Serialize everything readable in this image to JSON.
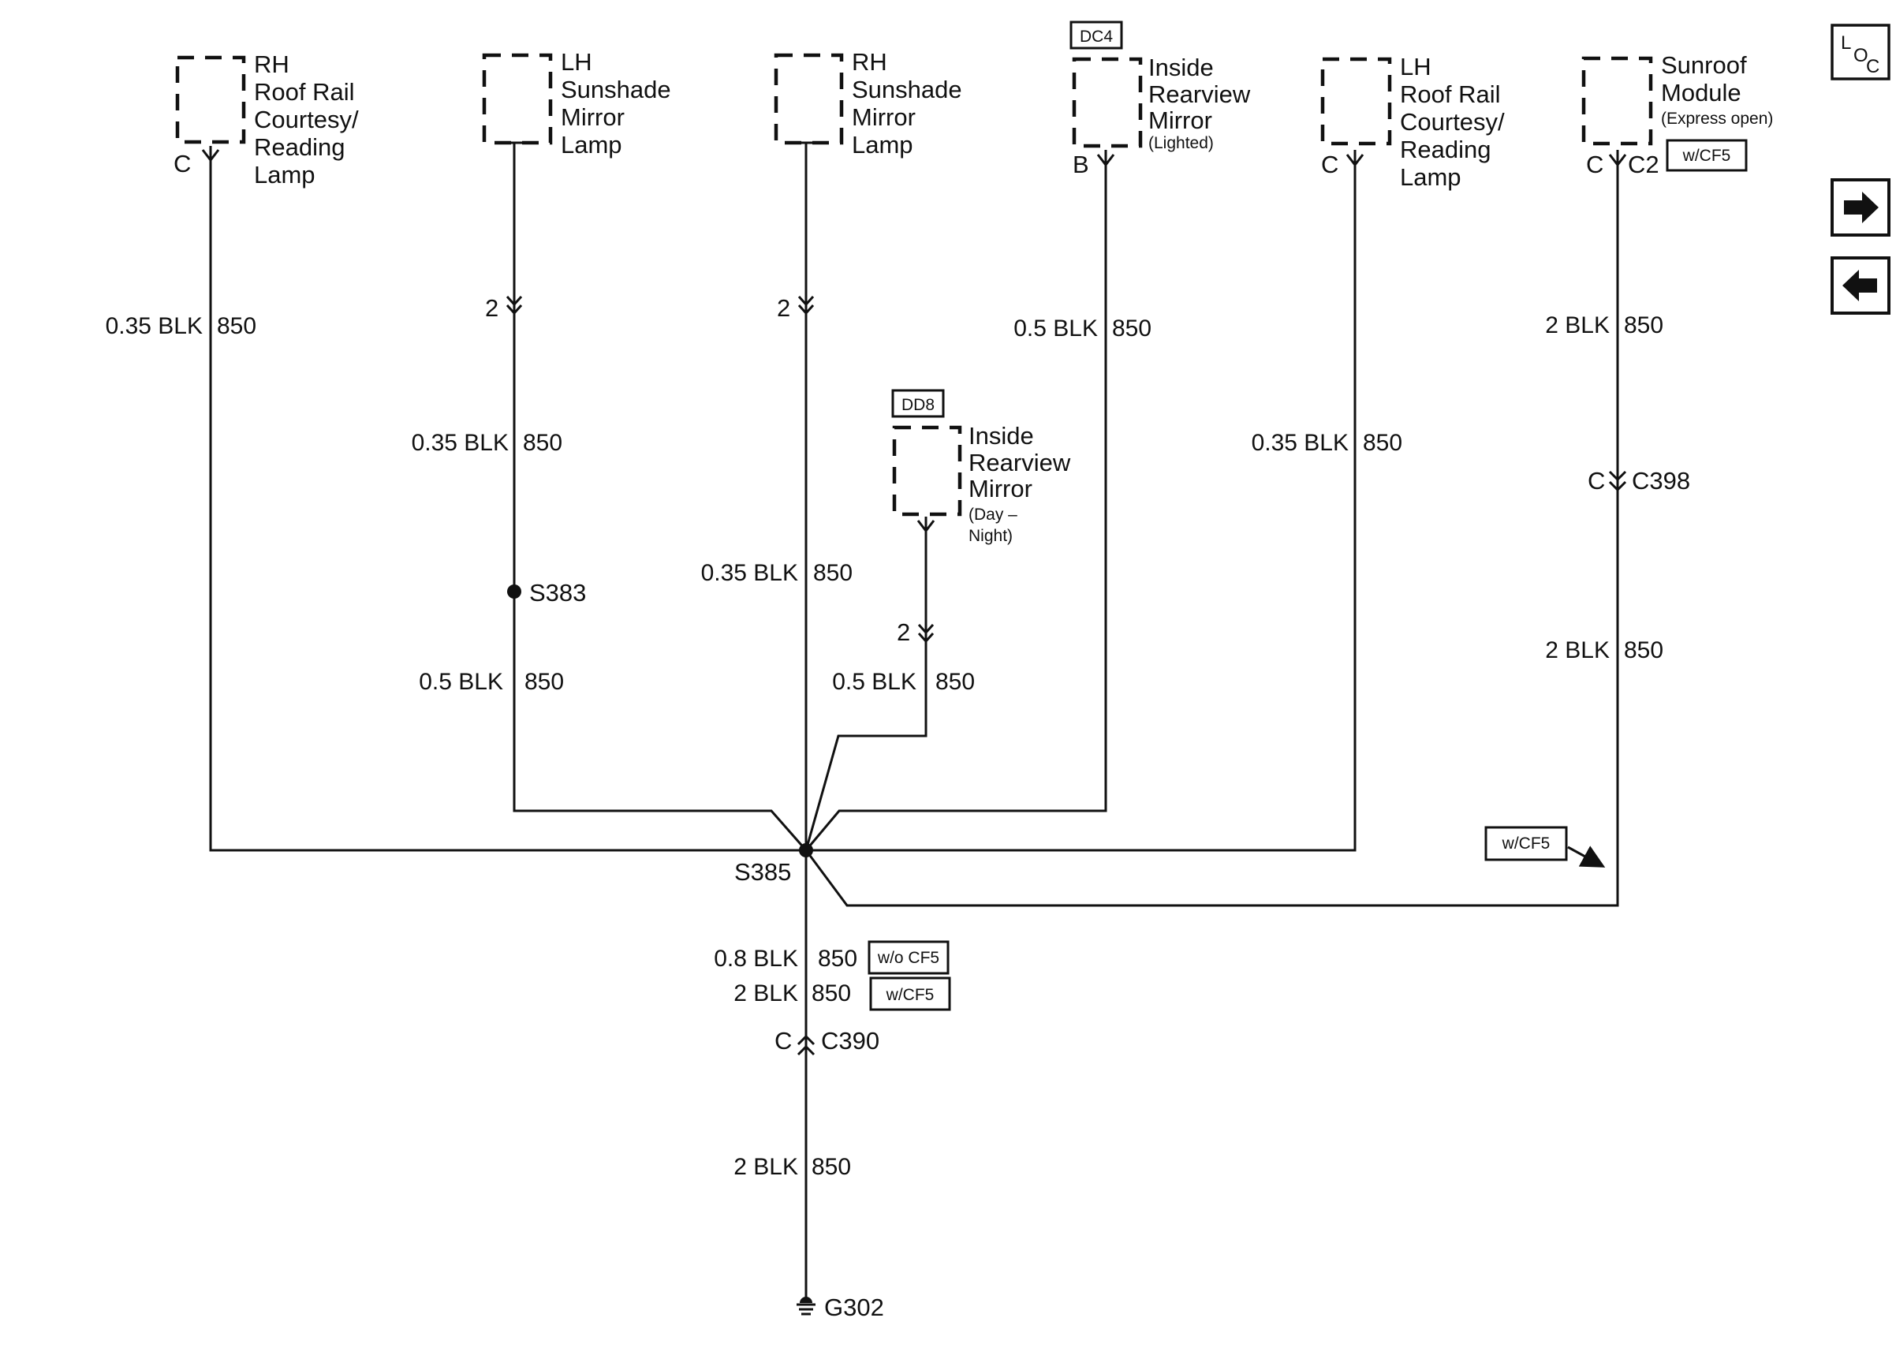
{
  "components": {
    "rh_roof_rail_lamp": {
      "lines": [
        "RH",
        "Roof Rail",
        "Courtesy/",
        "Reading",
        "Lamp"
      ],
      "pin": "C"
    },
    "lh_sunshade_lamp": {
      "lines": [
        "LH",
        "Sunshade",
        "Mirror",
        "Lamp"
      ]
    },
    "rh_sunshade_lamp": {
      "lines": [
        "RH",
        "Sunshade",
        "Mirror",
        "Lamp"
      ]
    },
    "inside_mirror_lighted": {
      "tag": "DC4",
      "lines": [
        "Inside",
        "Rearview",
        "Mirror"
      ],
      "note": "(Lighted)",
      "pin": "B"
    },
    "lh_roof_rail_lamp": {
      "lines": [
        "LH",
        "Roof Rail",
        "Courtesy/",
        "Reading",
        "Lamp"
      ],
      "pin": "C"
    },
    "sunroof_module": {
      "lines": [
        "Sunroof",
        "Module"
      ],
      "note": "(Express open)",
      "pin": "C",
      "connector": "C2",
      "option": "w/CF5"
    },
    "inside_mirror_day_night": {
      "tag": "DD8",
      "lines": [
        "Inside",
        "Rearview",
        "Mirror"
      ],
      "note_lines": [
        "(Day –",
        "Night)"
      ]
    }
  },
  "wires": {
    "rh_roof": {
      "size_color": "0.35 BLK",
      "circuit": "850"
    },
    "lh_sunshade_upper": {
      "size_color": "0.35 BLK",
      "circuit": "850",
      "pin": "2"
    },
    "lh_sunshade_lower": {
      "size_color": "0.5 BLK",
      "circuit": "850"
    },
    "rh_sunshade": {
      "size_color": "0.35 BLK",
      "circuit": "850",
      "pin": "2"
    },
    "mirror_lighted": {
      "size_color": "0.5 BLK",
      "circuit": "850"
    },
    "mirror_day_night": {
      "size_color": "0.5 BLK",
      "circuit": "850",
      "pin": "2"
    },
    "lh_roof": {
      "size_color": "0.35 BLK",
      "circuit": "850"
    },
    "sunroof_upper": {
      "size_color": "2 BLK",
      "circuit": "850"
    },
    "sunroof_lower": {
      "size_color": "2 BLK",
      "circuit": "850"
    },
    "main_wo_cf5": {
      "size_color": "0.8 BLK",
      "circuit": "850",
      "option": "w/o CF5"
    },
    "main_w_cf5": {
      "size_color": "2 BLK",
      "circuit": "850",
      "option": "w/CF5"
    },
    "ground_lead": {
      "size_color": "2 BLK",
      "circuit": "850"
    }
  },
  "connectors": {
    "c398": {
      "pin": "C",
      "name": "C398"
    },
    "c390": {
      "pin": "C",
      "name": "C390"
    }
  },
  "splices": {
    "s383": "S383",
    "s385": "S385"
  },
  "ground": "G302",
  "sunroof_branch_option": "w/CF5",
  "nav": {
    "loc_icon": {
      "letters": [
        "L",
        "O",
        "C"
      ]
    },
    "next_icon": "arrow-right-icon",
    "prev_icon": "arrow-left-icon"
  }
}
